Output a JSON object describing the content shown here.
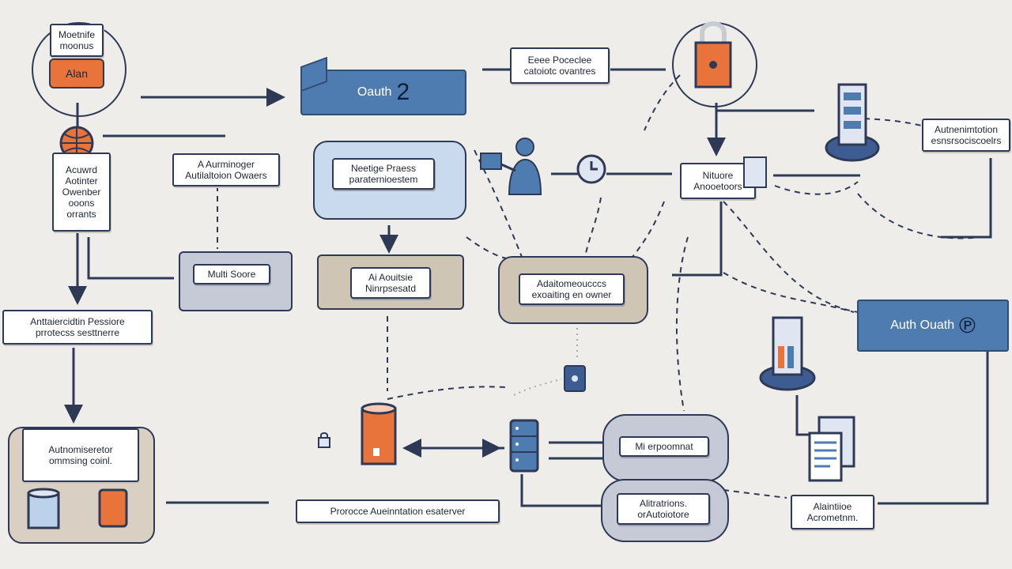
{
  "nodes": {
    "top_left_circle_label": "Moetnife\nmoonus",
    "top_left_orange": "Alan",
    "oauth_top": "Oauth",
    "oauth_top_glyph": "2",
    "top_center_label": "Eeee Poceclee\ncatoiotc ovantres",
    "left_owner_label": "Acuwrd\nAotinter\nOwenber\nooons\norrants",
    "auth_owners": "A  Aurminoger\nAutilaltoion Owaers",
    "notice_process_title": "Neetige Praess",
    "notice_process_sub": "paraternioestem",
    "notice_right": "Nituore\nAnooetoors",
    "top_right_label": "Autnenimtotion\nesnsrsociscoelrs",
    "multi_score": "Multi Soore",
    "left_process": "Anttaiercidtin Pessiore\nprrotecss sesttnerre",
    "auth_center": "Ai Aouitsie\nNinrpsesatd",
    "auth_owner_right": "Adaitomeoucccs\nexoaiting en owner",
    "auth_oauth_right": "Auth Ouath",
    "auth_oauth_right_glyph": "℗",
    "bottom_left_label": "Autnomiseretor\nommsing coinl.",
    "bottom_process": "Prorocce Aueinntation esaterver",
    "micro_pill": "Mi erpoomnat",
    "auth_pill": "Alitratrions.\norAutoiotore",
    "bottom_right_label": "Alaintiioe\nAcrometnm."
  },
  "icon_names": [
    "globe-icon",
    "person-at-laptop-icon",
    "clock-icon",
    "lock-icon",
    "server-icon",
    "database-icon",
    "orange-cylinder-icon",
    "padlock-icon",
    "document-icon"
  ],
  "colors": {
    "accent_blue": "#4f7cb0",
    "orange": "#e8743b",
    "navy": "#2e3a55"
  }
}
